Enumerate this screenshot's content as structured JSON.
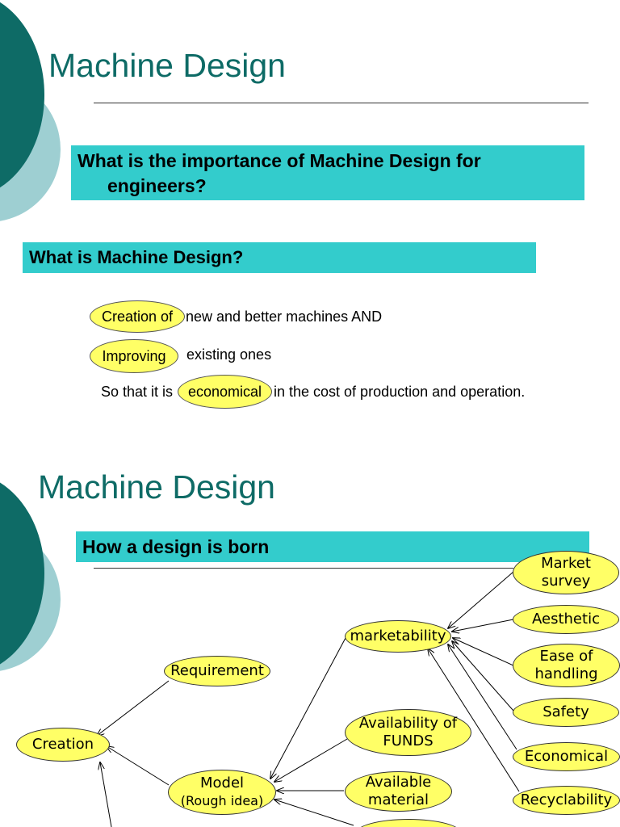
{
  "slide1": {
    "title": "Machine Design",
    "question_line1": "What is the importance of Machine Design for",
    "question_line2": "engineers?",
    "subtitle": "What is Machine Design?",
    "lines": [
      {
        "oval": "Creation of",
        "rest": "new and better machines AND"
      },
      {
        "oval": "Improving",
        "rest": "existing ones"
      },
      {
        "before": "So that it is",
        "oval": "economical",
        "rest": "in the cost of production and operation."
      }
    ],
    "colors": {
      "title": "#0e6b66",
      "box": "#33cccc",
      "oval": "#ffff66"
    }
  },
  "slide2": {
    "title": "Machine Design",
    "subtitle": "How a design is born",
    "nodes": {
      "market_survey": [
        "Market",
        "survey"
      ],
      "aesthetic": "Aesthetic",
      "ease_of_handling": [
        "Ease of",
        "handling"
      ],
      "safety": "Safety",
      "economical": "Economical",
      "recyclability": "Recyclability",
      "marketability": "marketability",
      "requirement": "Requirement",
      "creation": "Creation",
      "availability_of_funds": [
        "Availability of",
        "FUNDS"
      ],
      "available_material": [
        "Available",
        "material"
      ],
      "model": [
        "Model",
        "(Rough idea)"
      ]
    }
  }
}
